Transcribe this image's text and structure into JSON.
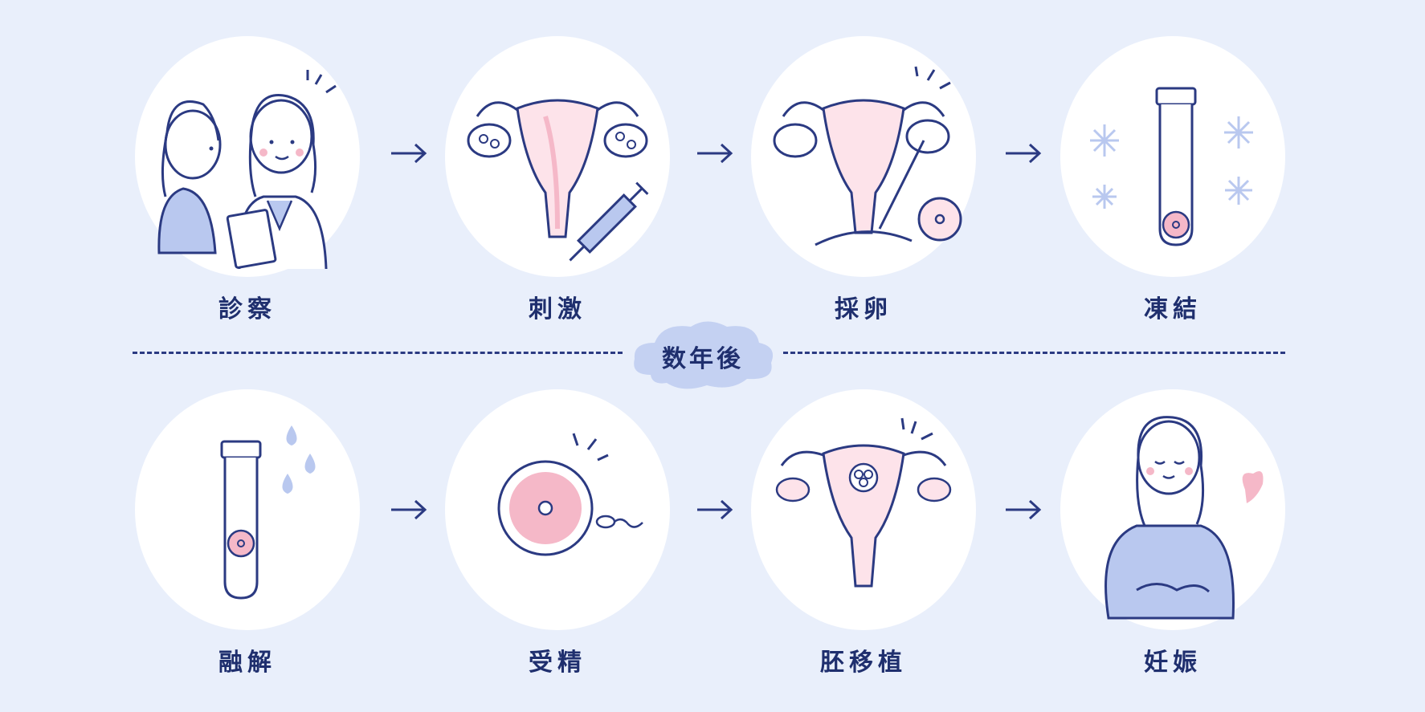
{
  "steps": [
    {
      "label": "診察"
    },
    {
      "label": "刺激"
    },
    {
      "label": "採卵"
    },
    {
      "label": "凍結"
    },
    {
      "label": "融解"
    },
    {
      "label": "受精"
    },
    {
      "label": "胚移植"
    },
    {
      "label": "妊娠"
    }
  ],
  "separator": {
    "label": "数年後"
  },
  "colors": {
    "background": "#e9effb",
    "ink": "#2b3a82",
    "pink": "#f5b8c8",
    "blue_fill": "#b9c8ef",
    "circle": "#ffffff"
  }
}
